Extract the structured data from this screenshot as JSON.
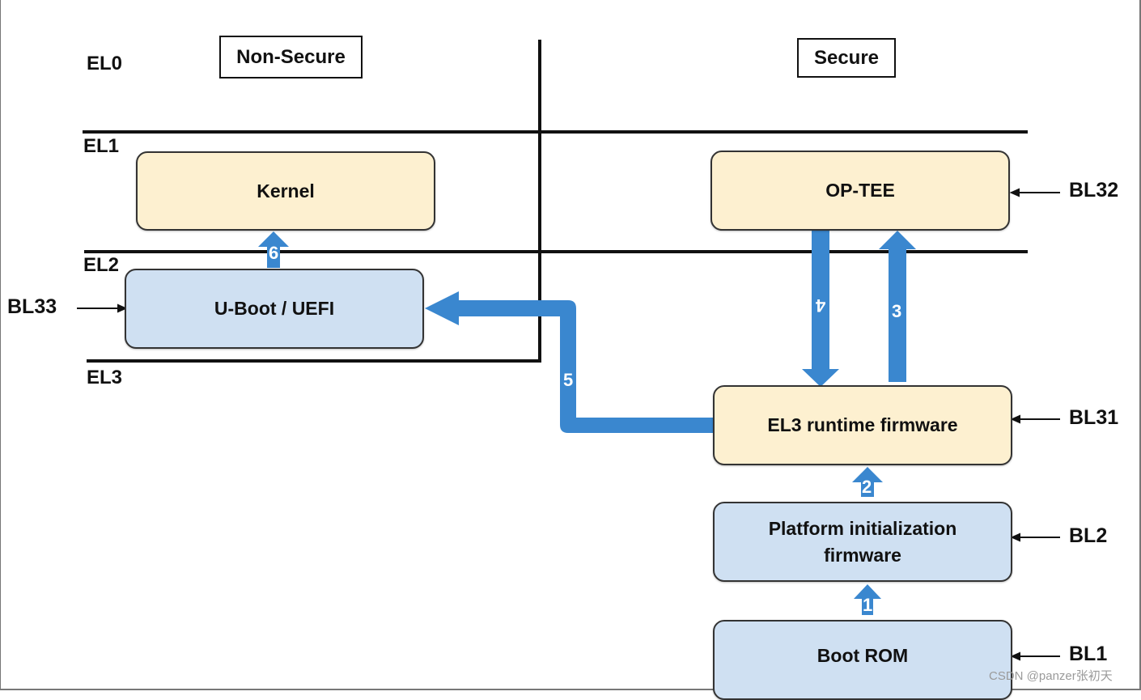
{
  "exception_levels": {
    "el0": "EL0",
    "el1": "EL1",
    "el2": "EL2",
    "el3": "EL3"
  },
  "worlds": {
    "non_secure": "Non-Secure",
    "secure": "Secure"
  },
  "boxes": {
    "kernel": "Kernel",
    "uboot": "U-Boot / UEFI",
    "optee": "OP-TEE",
    "el3_runtime": "EL3 runtime firmware",
    "platform_init_line1": "Platform initialization",
    "platform_init_line2": "firmware",
    "boot_rom": "Boot ROM"
  },
  "bl_labels": {
    "bl33": "BL33",
    "bl32": "BL32",
    "bl31": "BL31",
    "bl2": "BL2",
    "bl1": "BL1"
  },
  "steps": {
    "s1": "1",
    "s2": "2",
    "s3": "3",
    "s4": "4",
    "s5": "5",
    "s6": "6"
  },
  "watermark": "CSDN @panzer张初天",
  "colors": {
    "flow_arrow": "#3a87cf",
    "box_yellow": "#fdf0d0",
    "box_blue": "#cfe0f2",
    "line": "#111111"
  }
}
